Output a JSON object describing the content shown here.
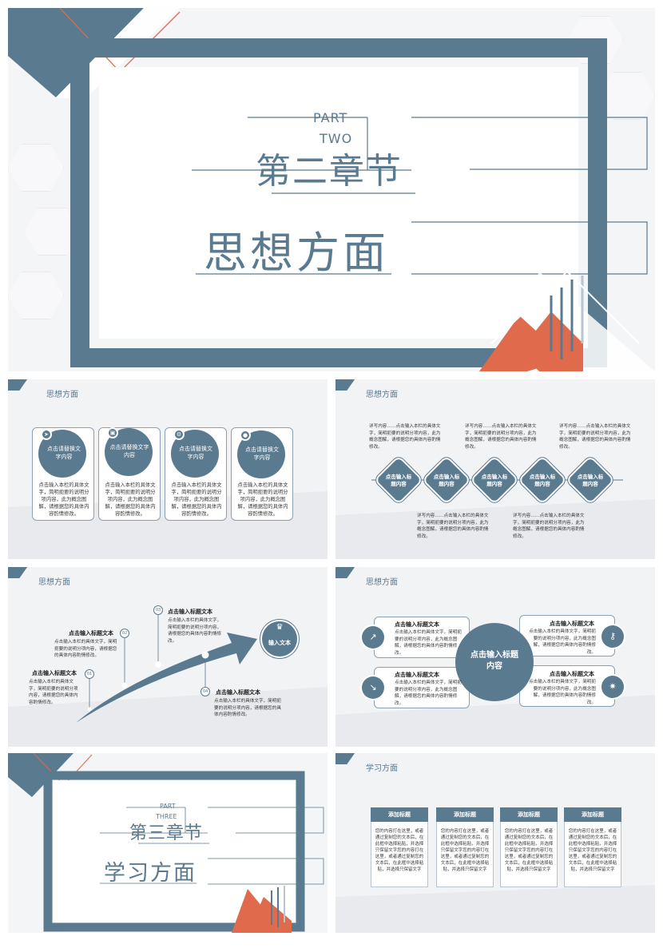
{
  "slide1": {
    "part_line1": "PART",
    "part_line2": "TWO",
    "chapter": "第二章节",
    "subtitle": "思想方面"
  },
  "slide2": {
    "title": "思想方面",
    "cards": [
      {
        "heading": "点击请替换文字内容",
        "body": "点击输入本栏的具体文字，简明扼要的说明分项内容，此为概念图解，请根据您的具体内容酌情修改。"
      },
      {
        "heading": "点击请替换文字内容",
        "body": "点击输入本栏的具体文字，简明扼要的说明分项内容，此为概念图解，请根据您的具体内容酌情修改。"
      },
      {
        "heading": "点击请替换文字内容",
        "body": "点击输入本栏的具体文字，简明扼要的说明分项内容，此为概念图解，请根据您的具体内容酌情修改。"
      },
      {
        "heading": "点击请替换文字内容",
        "body": "点击输入本栏的具体文字，简明扼要的说明分项内容，此为概念图解，请根据您的具体内容酌情修改。"
      }
    ]
  },
  "slide3": {
    "title": "思想方面",
    "diamonds": [
      "点击输入标题内容",
      "点击输入标题内容",
      "点击输入标题内容",
      "点击输入标题内容",
      "点击输入标题内容"
    ],
    "detail": "详写内容……点击输入本栏的具体文字，简明扼要的说明分项内容，此为概念图解，请根据您的具体内容酌情修改。"
  },
  "slide4": {
    "title": "思想方面",
    "end_label": "输入文本",
    "steps": [
      {
        "num": "01",
        "heading": "点击输入标题文本",
        "body": "点击输入本栏的具体文字，简明扼要的说明分项内容，请根据您的具体内容酌情修改。"
      },
      {
        "num": "02",
        "heading": "点击输入标题文本",
        "body": "点击输入本栏的具体文字，简明扼要的说明分项内容，请根据您的具体内容酌情修改。"
      },
      {
        "num": "03",
        "heading": "点击输入标题文本",
        "body": "点击输入本栏的具体文字，简明扼要的说明分项内容，请根据您的具体内容酌情修改。"
      },
      {
        "num": "04",
        "heading": "点击输入标题文本",
        "body": "点击输入本栏的具体文字，简明扼要的说明分项内容，请根据您的具体内容酌情修改。"
      }
    ]
  },
  "slide5": {
    "title": "思想方面",
    "center": "点击输入标题内容",
    "boxes": [
      {
        "heading": "点击输入标题文本",
        "body": "点击输入本栏的具体文字，简明扼要的说明分项内容，此为概念图解，请根据您的具体内容酌情修改。"
      },
      {
        "heading": "点击输入标题文本",
        "body": "点击输入本栏的具体文字，简明扼要的说明分项内容，此为概念图解，请根据您的具体内容酌情修改。"
      },
      {
        "heading": "点击输入标题文本",
        "body": "点击输入本栏的具体文字，简明扼要的说明分项内容，此为概念图解，请根据您的具体内容酌情修改。"
      },
      {
        "heading": "点击输入标题文本",
        "body": "点击输入本栏的具体文字，简明扼要的说明分项内容，此为概念图解，请根据您的具体内容酌情修改。"
      }
    ]
  },
  "slide6": {
    "part_line1": "PART",
    "part_line2": "THREE",
    "chapter": "第三章节",
    "subtitle": "学习方面"
  },
  "slide7": {
    "title": "学习方面",
    "cards": [
      {
        "heading": "添加标题",
        "body": "您的内容打在这里，或者通过复制您的文本后，在此框中选择粘贴，并选择只保留文字您的内容打在这里，或者通过复制您的文本后，在此框中选择粘贴，并选择只保留文字"
      },
      {
        "heading": "添加标题",
        "body": "您的内容打在这里，或者通过复制您的文本后，在此框中选择粘贴，并选择只保留文字您的内容打在这里，或者通过复制您的文本后，在此框中选择粘贴，并选择只保留文字"
      },
      {
        "heading": "添加标题",
        "body": "您的内容打在这里，或者通过复制您的文本后，在此框中选择粘贴，并选择只保留文字您的内容打在这里，或者通过复制您的文本后，在此框中选择粘贴，并选择只保留文字"
      },
      {
        "heading": "添加标题",
        "body": "您的内容打在这里，或者通过复制您的文本后，在此框中选择粘贴，并选择只保留文字您的内容打在这里，或者通过复制您的文本后，在此框中选择粘贴，并选择只保留文字"
      }
    ]
  },
  "colors": {
    "primary": "#5a7a8f",
    "accent": "#e06a4c"
  }
}
